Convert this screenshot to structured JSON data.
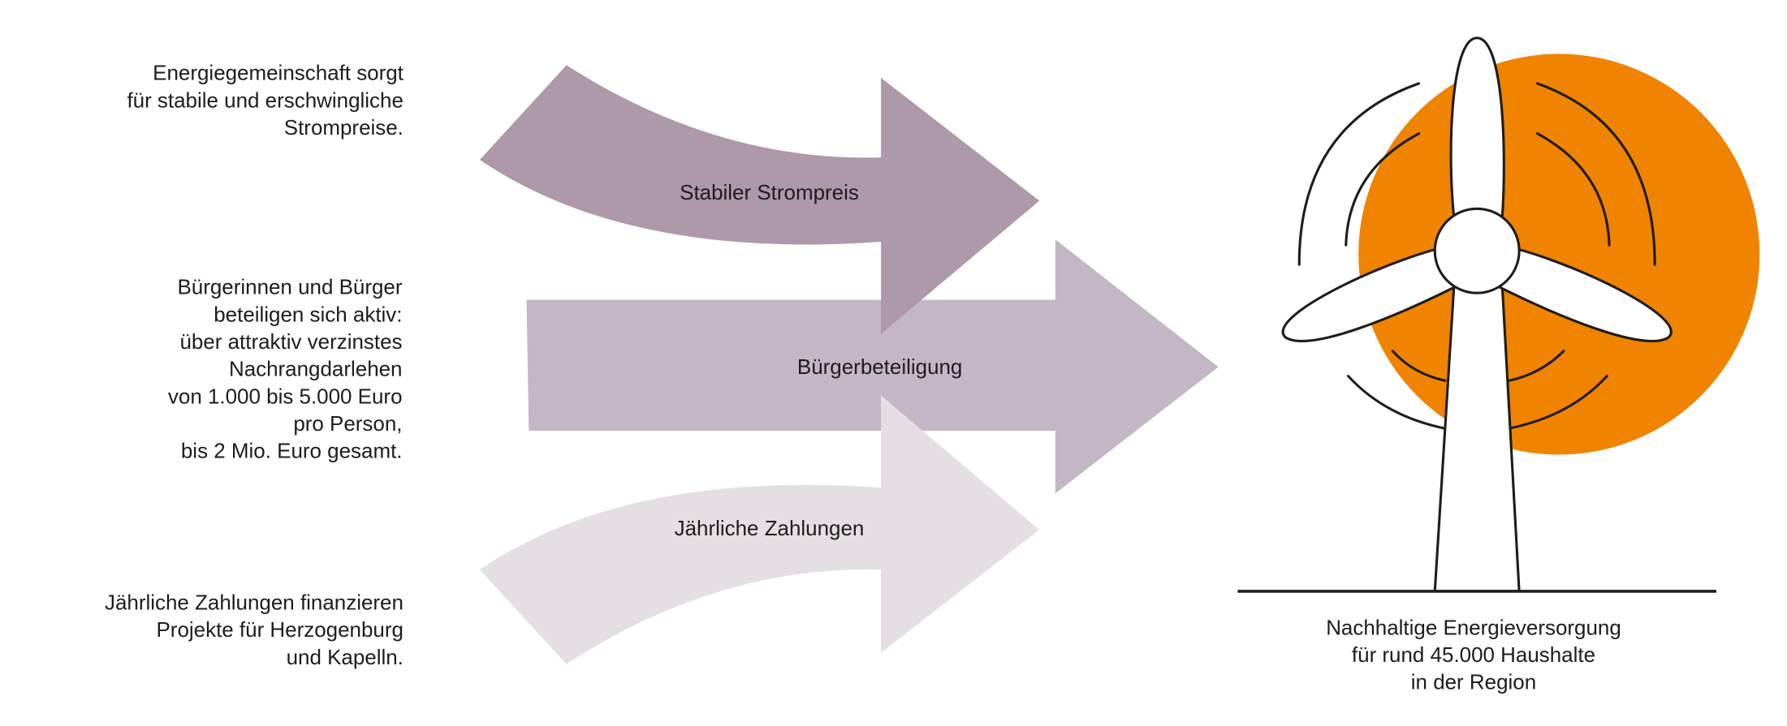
{
  "colors": {
    "arrow_strompreis": "#ad99aa",
    "arrow_beteiligung": "#c4b7c5",
    "arrow_zahlungen": "#e5dfe4",
    "sun": "#f08300",
    "line": "#1d1d1b"
  },
  "left_texts": {
    "strompreis": [
      "Energiegemeinschaft sorgt",
      "für stabile und erschwingliche",
      "Strompreise."
    ],
    "beteiligung": [
      "Bürgerinnen und Bürger",
      "beteiligen sich aktiv:",
      "über attraktiv verzinstes",
      "Nachrangdarlehen",
      "von 1.000 bis 5.000 Euro",
      "pro Person,",
      "bis 2 Mio. Euro gesamt."
    ],
    "zahlungen": [
      "Jährliche Zahlungen finanzieren",
      "Projekte für Herzogenburg",
      "und Kapelln."
    ]
  },
  "arrows": {
    "strompreis": "Stabiler Strompreis",
    "beteiligung": "Bürgerbeteiligung",
    "zahlungen": "Jährliche Zahlungen"
  },
  "turbine_caption": [
    "Nachhaltige Energieversorgung",
    "für rund 45.000 Haushalte",
    "in der Region"
  ]
}
